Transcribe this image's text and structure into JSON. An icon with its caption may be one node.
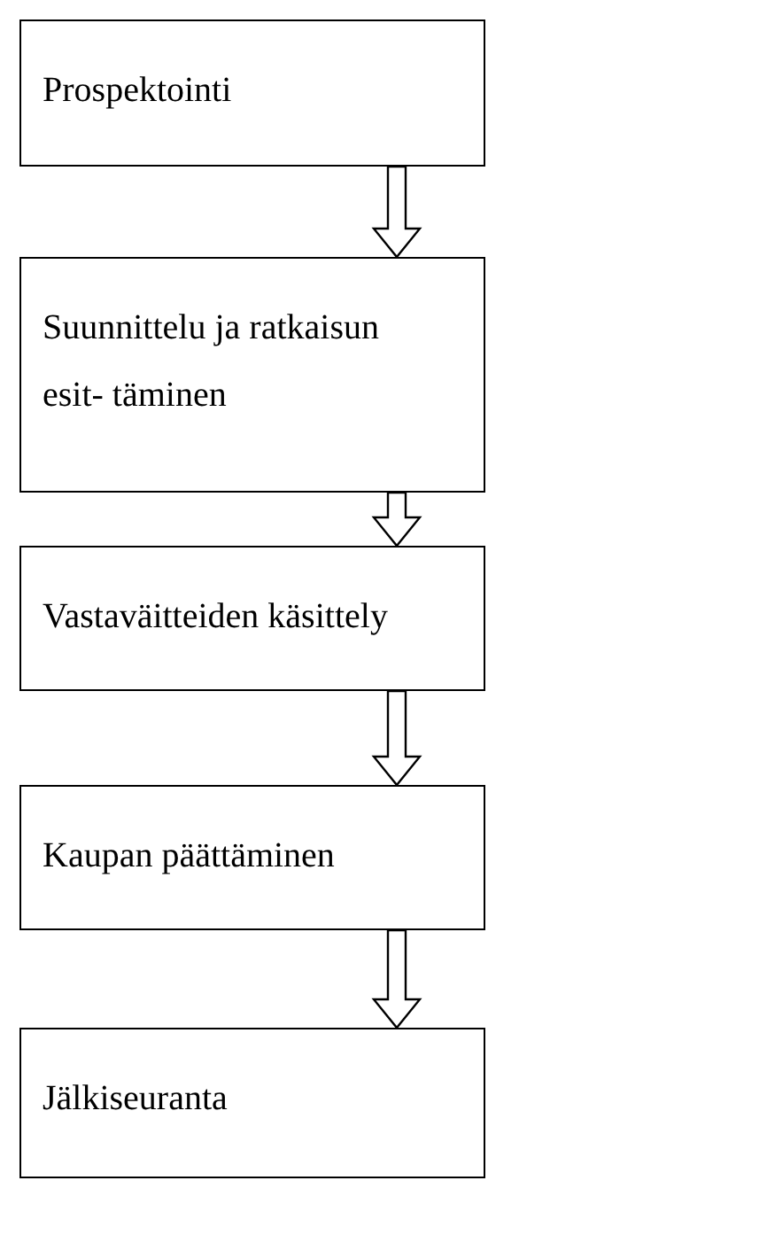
{
  "diagram": {
    "nodes": [
      {
        "text": [
          "Prospektointi"
        ]
      },
      {
        "text": [
          "Suunnittelu ja ratkaisun esit- täminen"
        ]
      },
      {
        "text": [
          "Vastaväitteiden käsittely"
        ]
      },
      {
        "text": [
          "Kaupan päättäminen"
        ]
      },
      {
        "text": [
          "Jälkiseuranta"
        ]
      }
    ],
    "edges": [
      {
        "from": 0,
        "to": 1,
        "arrow": "to"
      },
      {
        "from": 1,
        "to": 2,
        "arrow": "to"
      },
      {
        "from": 2,
        "to": 3,
        "arrow": "to"
      },
      {
        "from": 3,
        "to": 4,
        "arrow": "to"
      }
    ]
  }
}
